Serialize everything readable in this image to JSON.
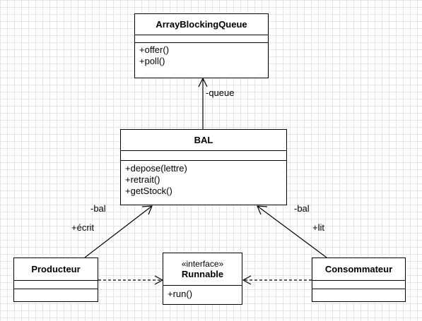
{
  "classes": {
    "queue": {
      "name": "ArrayBlockingQueue",
      "methods": [
        "+offer()",
        "+poll()"
      ]
    },
    "bal": {
      "name": "BAL",
      "methods": [
        "+depose(lettre)",
        "+retrait()",
        "+getStock()"
      ]
    },
    "producteur": {
      "name": "Producteur"
    },
    "runnable": {
      "stereotype": "«interface»",
      "name": "Runnable",
      "methods": [
        "+run()"
      ]
    },
    "consommateur": {
      "name": "Consommateur"
    }
  },
  "relations": {
    "bal_queue": {
      "role": "-queue"
    },
    "producteur_bal": {
      "role": "-bal",
      "verb": "+écrit"
    },
    "consommateur_bal": {
      "role": "-bal",
      "verb": "+lit"
    }
  },
  "colors": {
    "line": "#000000",
    "grid": "#e4e4e4",
    "background": "#ffffff"
  }
}
